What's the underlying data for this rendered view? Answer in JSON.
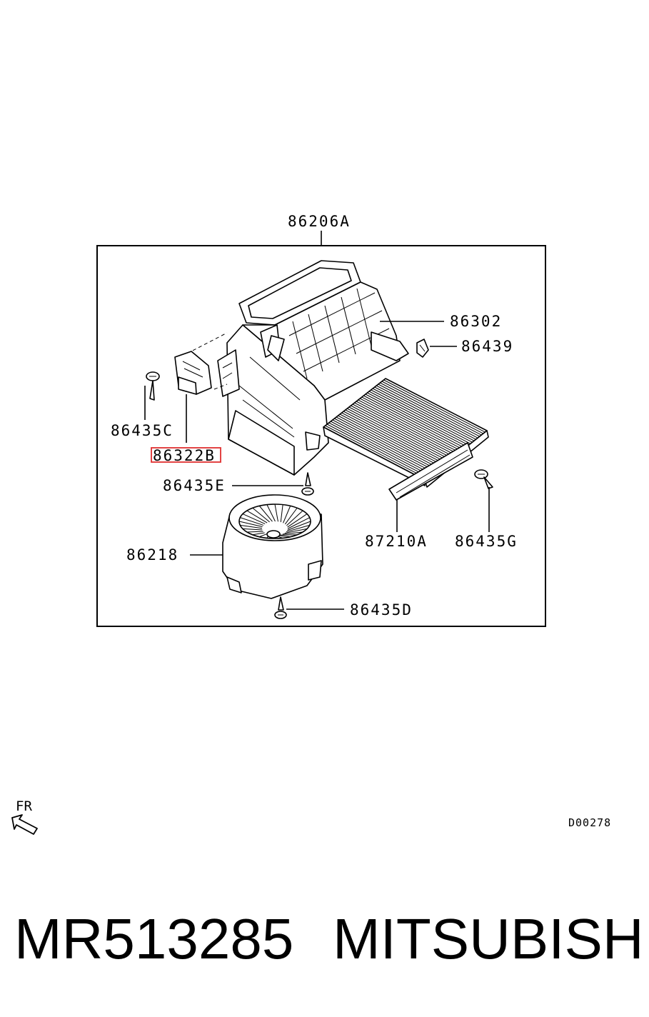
{
  "callouts": {
    "housing": "86206A",
    "case": "86302",
    "clip": "86439",
    "screw_c": "86435C",
    "resistor": "86322B",
    "screw_e": "86435E",
    "filter": "87210A",
    "screw_g": "86435G",
    "blower": "86218",
    "screw_d": "86435D"
  },
  "highlighted_part": "86322B",
  "highlight_color": "#e03030",
  "orientation": {
    "label": "FR",
    "icon": "front-arrow-icon"
  },
  "diagram_code": "D00278",
  "footer": {
    "part_number": "MR513285",
    "brand": "MITSUBISHI"
  }
}
